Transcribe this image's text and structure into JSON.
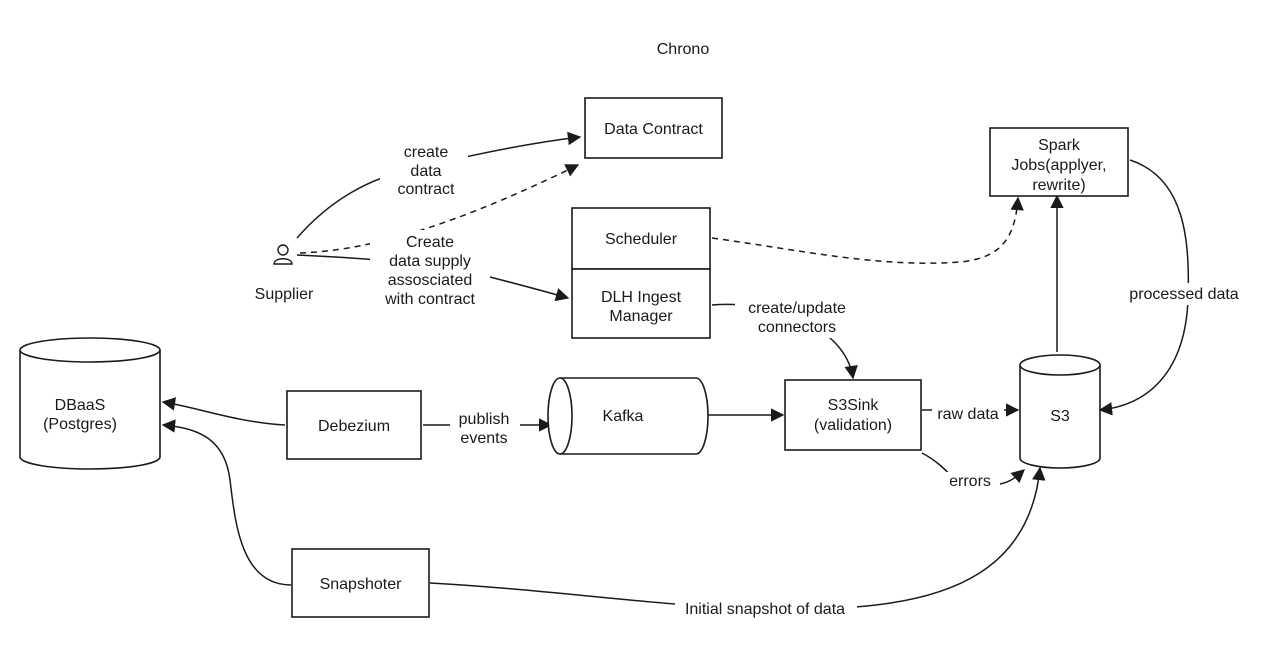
{
  "title": "Chrono",
  "nodes": {
    "data_contract": "Data Contract",
    "spark": [
      "Spark",
      "Jobs(applyer,",
      "rewrite)"
    ],
    "scheduler": "Scheduler",
    "ingest_manager": [
      "DLH Ingest",
      "Manager"
    ],
    "supplier": "Supplier",
    "dbaas": [
      "DBaaS",
      "(Postgres)"
    ],
    "debezium": "Debezium",
    "kafka": "Kafka",
    "s3sink": [
      "S3Sink",
      "(validation)"
    ],
    "s3": "S3",
    "snapshoter": "Snapshoter"
  },
  "edges": {
    "create_contract": [
      "create",
      "data",
      "contract"
    ],
    "create_supply": [
      "Create",
      "data supply",
      "assosciated",
      "with contract"
    ],
    "create_connectors": [
      "create/update",
      "connectors"
    ],
    "processed_data": "processed data",
    "publish_events": [
      "publish",
      "events"
    ],
    "raw_data": "raw data",
    "errors": "errors",
    "initial_snapshot": "Initial snapshot of data"
  }
}
